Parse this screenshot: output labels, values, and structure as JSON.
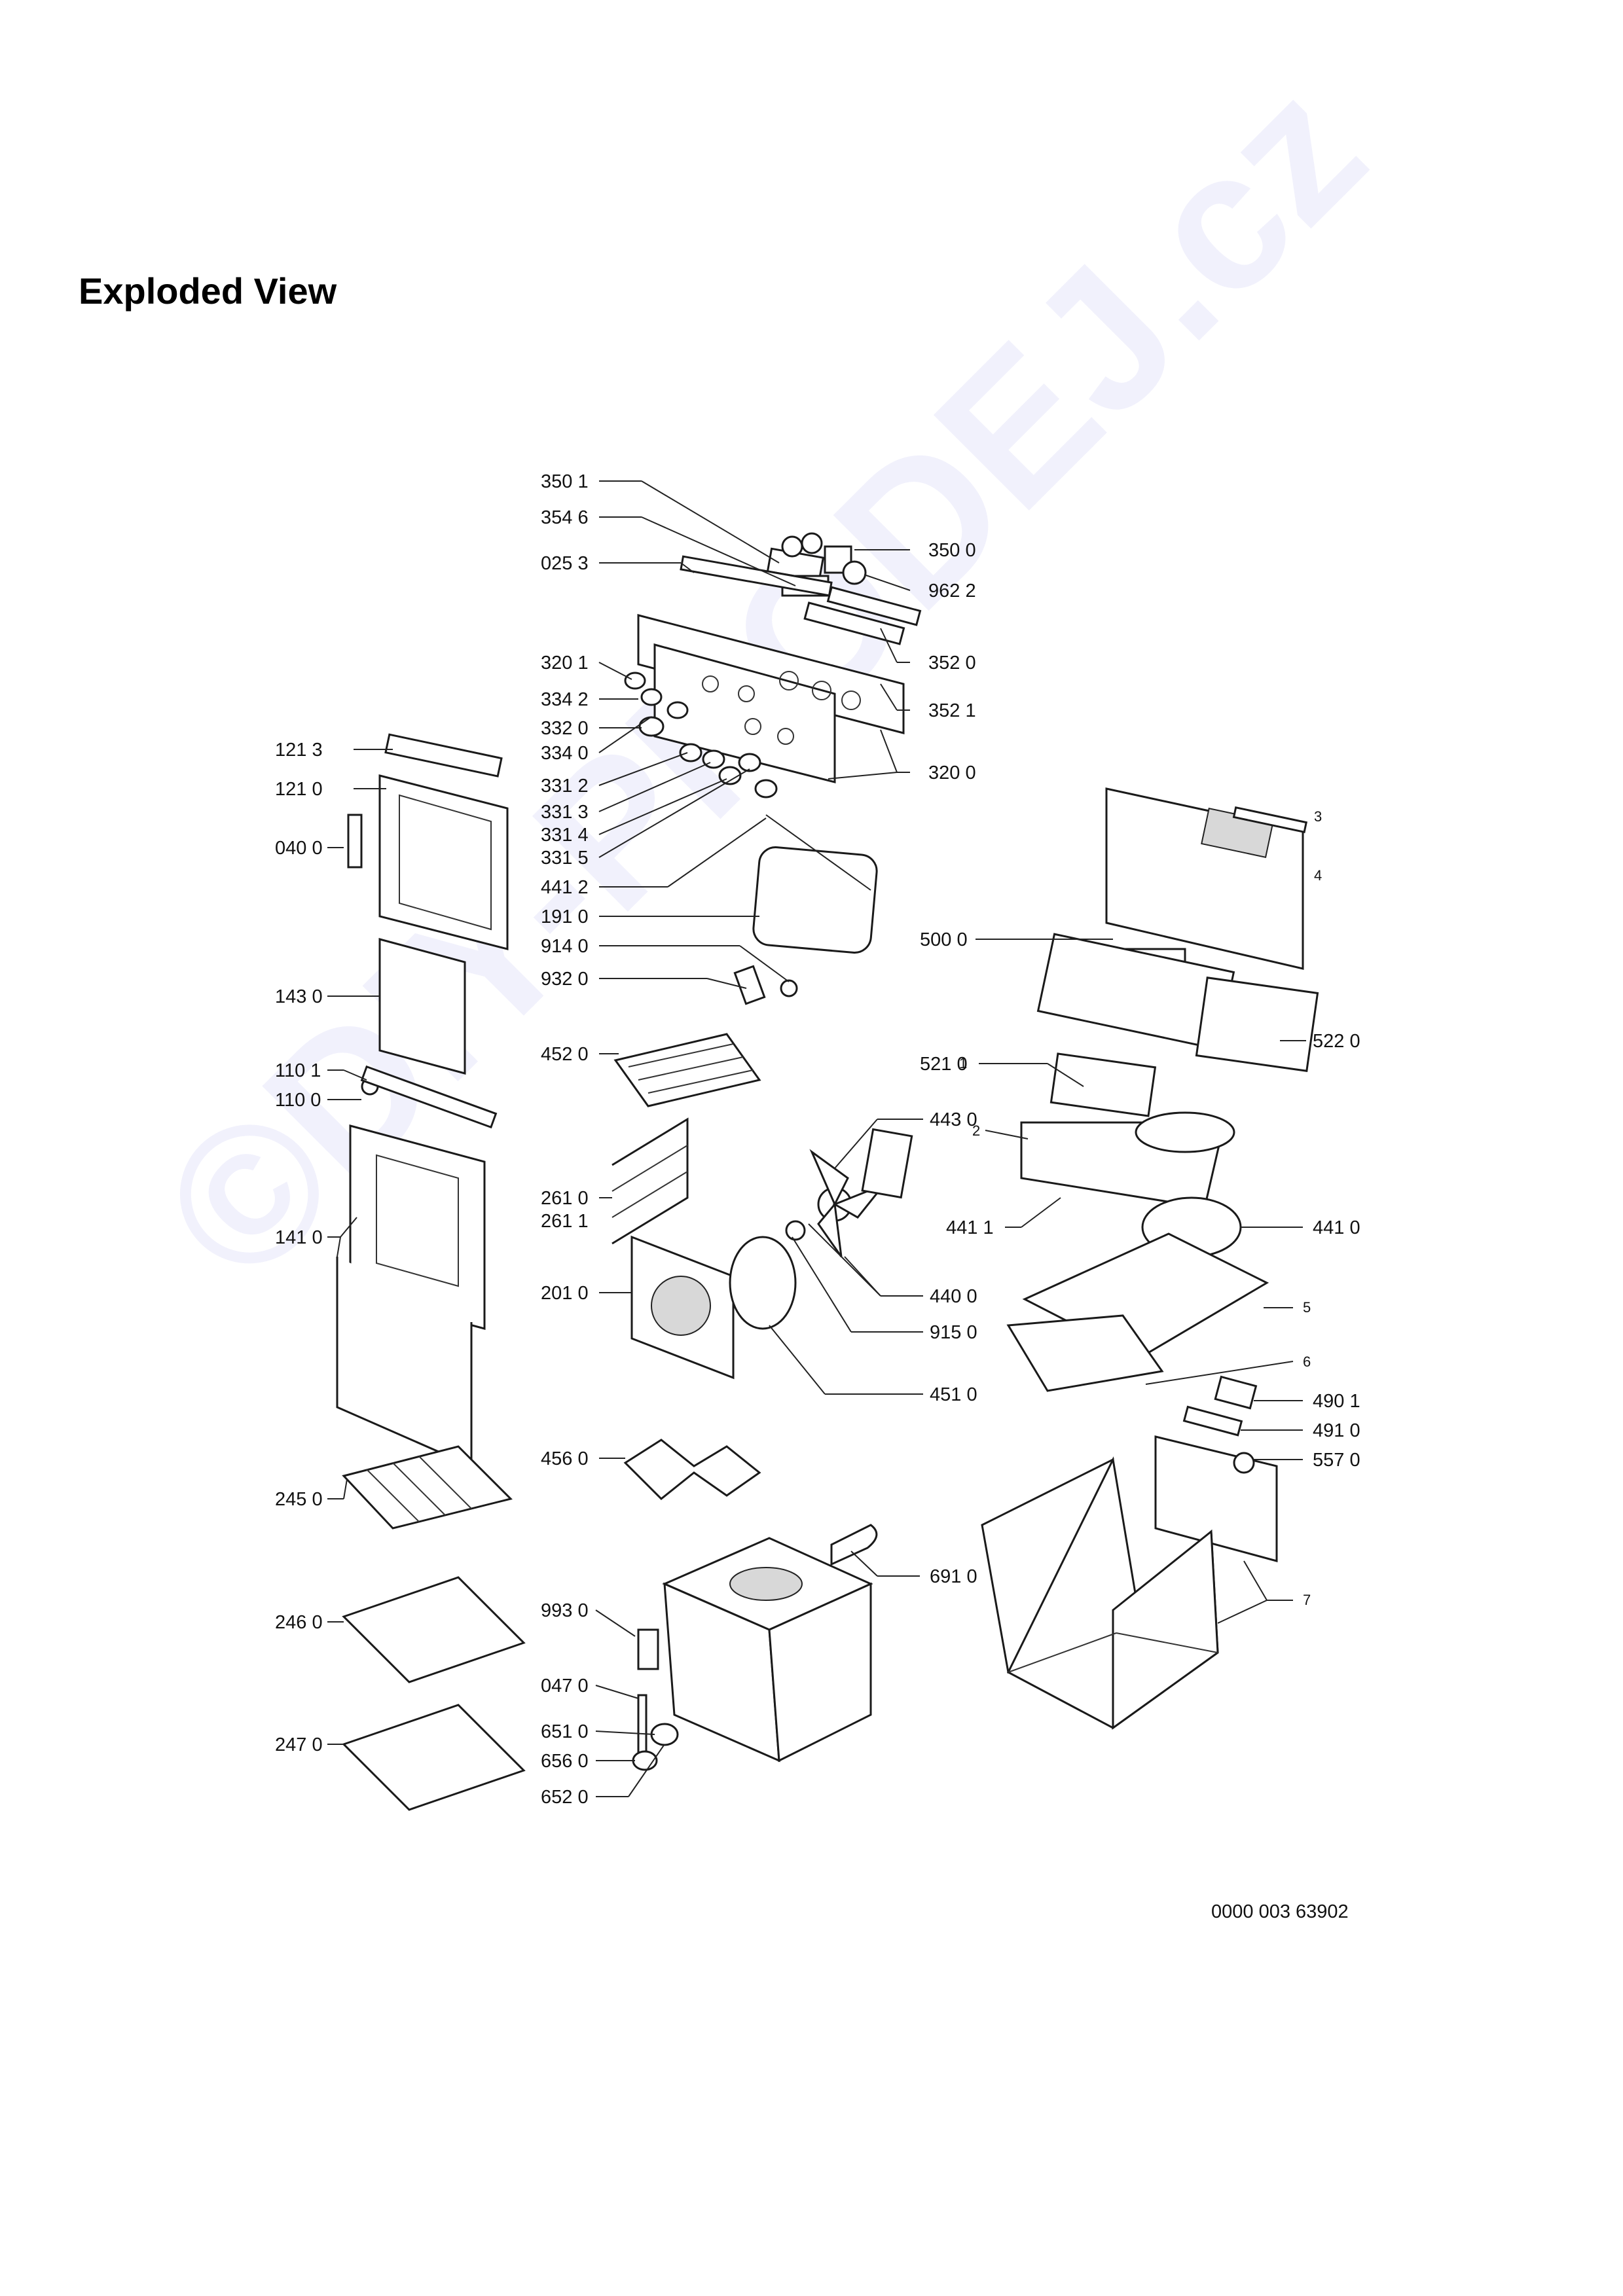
{
  "title": "Exploded View",
  "watermark": "©DIY-PRODEJ.cz",
  "document_number": "0000 003 63902",
  "labels": {
    "l_350_1": "350 1",
    "l_354_6": "354 6",
    "l_025_3": "025 3",
    "l_350_0": "350 0",
    "l_962_2": "962 2",
    "l_320_1": "320 1",
    "l_352_0": "352 0",
    "l_334_2": "334 2",
    "l_352_1": "352 1",
    "l_332_0": "332 0",
    "l_334_0": "334 0",
    "l_320_0": "320 0",
    "l_121_3": "121 3",
    "l_121_0": "121 0",
    "l_331_2": "331 2",
    "l_331_3": "331 3",
    "l_331_4": "331 4",
    "l_331_5": "331 5",
    "l_040_0": "040 0",
    "l_441_2": "441 2",
    "l_191_0": "191 0",
    "l_914_0": "914 0",
    "l_932_0": "932 0",
    "l_500_0": "500 0",
    "l_143_0": "143 0",
    "l_452_0": "452 0",
    "l_522_0": "522 0",
    "l_110_1": "110 1",
    "l_110_0": "110 0",
    "l_521_0": "521 0",
    "l_443_0": "443 0",
    "l_261_0": "261 0",
    "l_261_1": "261 1",
    "l_441_1": "441 1",
    "l_441_0": "441 0",
    "l_141_0": "141 0",
    "l_201_0": "201 0",
    "l_440_0": "440 0",
    "l_915_0": "915 0",
    "l_451_0": "451 0",
    "l_490_1": "490 1",
    "l_491_0": "491 0",
    "l_456_0": "456 0",
    "l_557_0": "557 0",
    "l_245_0": "245 0",
    "l_691_0": "691 0",
    "l_993_0": "993 0",
    "l_246_0": "246 0",
    "l_047_0": "047 0",
    "l_651_0": "651 0",
    "l_656_0": "656 0",
    "l_247_0": "247 0",
    "l_652_0": "652 0",
    "l_1": "1",
    "l_2": "2",
    "l_3": "3",
    "l_4": "4",
    "l_5": "5",
    "l_6": "6",
    "l_7": "7"
  }
}
